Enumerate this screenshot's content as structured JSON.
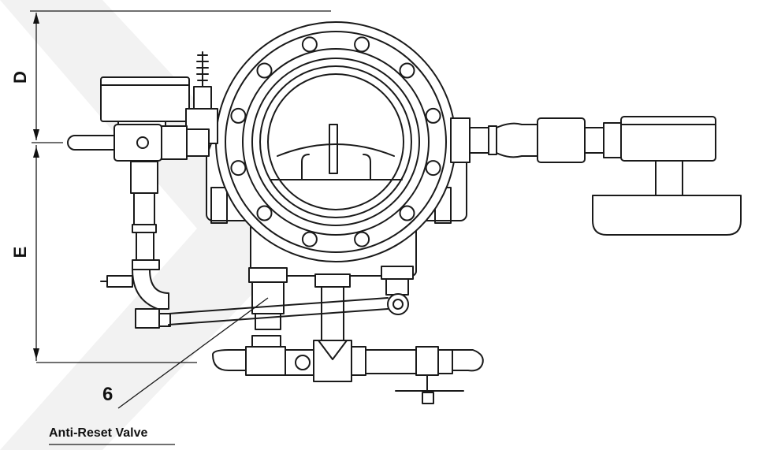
{
  "dimensions": {
    "d_label": "D",
    "e_label": "E"
  },
  "callout": {
    "number": "6",
    "label": "Anti-Reset Valve"
  },
  "colors": {
    "line": "#1a1a1a",
    "watermark": "#f2f2f2"
  }
}
